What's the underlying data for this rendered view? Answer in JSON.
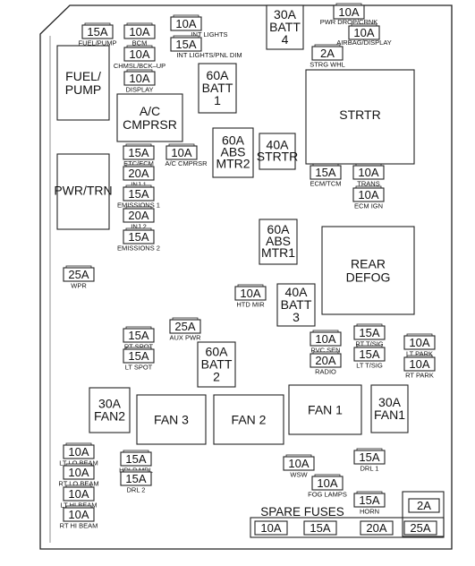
{
  "fuses": {
    "fuel_pump": {
      "rating": "15A",
      "caption": "FUEL/PUMP"
    },
    "bcm": {
      "rating": "10A",
      "caption": "BCM"
    },
    "int_lights": {
      "rating": "10A",
      "caption": "INT LIGHTS"
    },
    "int_lights_pnl_dim": {
      "rating": "15A",
      "caption": "INT LIGHTS/PNL DIM"
    },
    "chmsl_bck_up": {
      "rating": "10A",
      "caption": "CHMSL/BCK–UP"
    },
    "display": {
      "rating": "10A",
      "caption": "DISPLAY"
    },
    "pwr_drop_crnk": {
      "rating": "10A",
      "caption": "PWR DROP/CRNK"
    },
    "airbag_display": {
      "rating": "10A",
      "caption": "AIRBAG/DISPLAY"
    },
    "strg_whl": {
      "rating": "2A",
      "caption": "STRG WHL"
    },
    "etc_ecm": {
      "rating": "15A",
      "caption": "ETC/ECM"
    },
    "ac_cmprsr": {
      "rating": "10A",
      "caption": "A/C CMPRSR"
    },
    "inj1": {
      "rating": "20A",
      "caption": "INJ 1"
    },
    "emissions1": {
      "rating": "15A",
      "caption": "EMISSIONS 1"
    },
    "inj2": {
      "rating": "20A",
      "caption": "INJ 2"
    },
    "emissions2": {
      "rating": "15A",
      "caption": "EMISSIONS 2"
    },
    "ecm_tcm": {
      "rating": "15A",
      "caption": "ECM/TCM"
    },
    "trans": {
      "rating": "10A",
      "caption": "TRANS"
    },
    "ecm_ign": {
      "rating": "10A",
      "caption": "ECM IGN"
    },
    "wpr": {
      "rating": "25A",
      "caption": "WPR"
    },
    "htd_mir": {
      "rating": "10A",
      "caption": "HTD MIR"
    },
    "aux_pwr": {
      "rating": "25A",
      "caption": "AUX PWR"
    },
    "rt_spot": {
      "rating": "15A",
      "caption": "RT SPOT"
    },
    "lt_spot": {
      "rating": "15A",
      "caption": "LT SPOT"
    },
    "rvc_sen": {
      "rating": "10A",
      "caption": "RVC SEN"
    },
    "radio": {
      "rating": "20A",
      "caption": "RADIO"
    },
    "rt_tsig": {
      "rating": "15A",
      "caption": "RT T/SIG"
    },
    "lt_tsig": {
      "rating": "15A",
      "caption": "LT T/SIG"
    },
    "lt_park": {
      "rating": "10A",
      "caption": "LT PARK"
    },
    "rt_park": {
      "rating": "10A",
      "caption": "RT PARK"
    },
    "lt_lo_beam": {
      "rating": "10A",
      "caption": "LT LO BEAM"
    },
    "rt_lo_beam": {
      "rating": "10A",
      "caption": "RT LO BEAM"
    },
    "lt_hi_beam": {
      "rating": "10A",
      "caption": "LT HI BEAM"
    },
    "rt_hi_beam": {
      "rating": "10A",
      "caption": "RT HI BEAM"
    },
    "hdlp_mdl": {
      "rating": "15A",
      "caption": "HDLP MDL"
    },
    "drl2": {
      "rating": "15A",
      "caption": "DRL 2"
    },
    "wsw": {
      "rating": "10A",
      "caption": "WSW"
    },
    "fog_lamps": {
      "rating": "10A",
      "caption": "FOG LAMPS"
    },
    "drl1": {
      "rating": "15A",
      "caption": "DRL 1"
    },
    "horn": {
      "rating": "15A",
      "caption": "HORN"
    }
  },
  "blocks": {
    "fuel_pump_relay": [
      "FUEL/",
      "PUMP"
    ],
    "ac_cmprsr_relay": [
      "A/C",
      "CMPRSR"
    ],
    "pwr_trn": [
      "PWR/TRN"
    ],
    "batt4": [
      "30A",
      "BATT",
      "4"
    ],
    "batt1": [
      "60A",
      "BATT",
      "1"
    ],
    "abs_mtr2": [
      "60A",
      "ABS",
      "MTR2"
    ],
    "strtr_fuse": [
      "40A",
      "STRTR"
    ],
    "strtr_relay": [
      "STRTR"
    ],
    "abs_mtr1": [
      "60A",
      "ABS",
      "MTR1"
    ],
    "rear_defog": [
      "REAR",
      "DEFOG"
    ],
    "batt3": [
      "40A",
      "BATT",
      "3"
    ],
    "batt2": [
      "60A",
      "BATT",
      "2"
    ],
    "fan2_fuse": [
      "30A",
      "FAN2"
    ],
    "fan3": [
      "FAN 3"
    ],
    "fan2": [
      "FAN 2"
    ],
    "fan1": [
      "FAN 1"
    ],
    "fan1_fuse": [
      "30A",
      "FAN1"
    ]
  },
  "spare": {
    "title": "SPARE FUSES",
    "ratings": [
      "10A",
      "15A",
      "20A",
      "25A"
    ],
    "extra": "2A"
  },
  "highlight_color": "#fff200"
}
